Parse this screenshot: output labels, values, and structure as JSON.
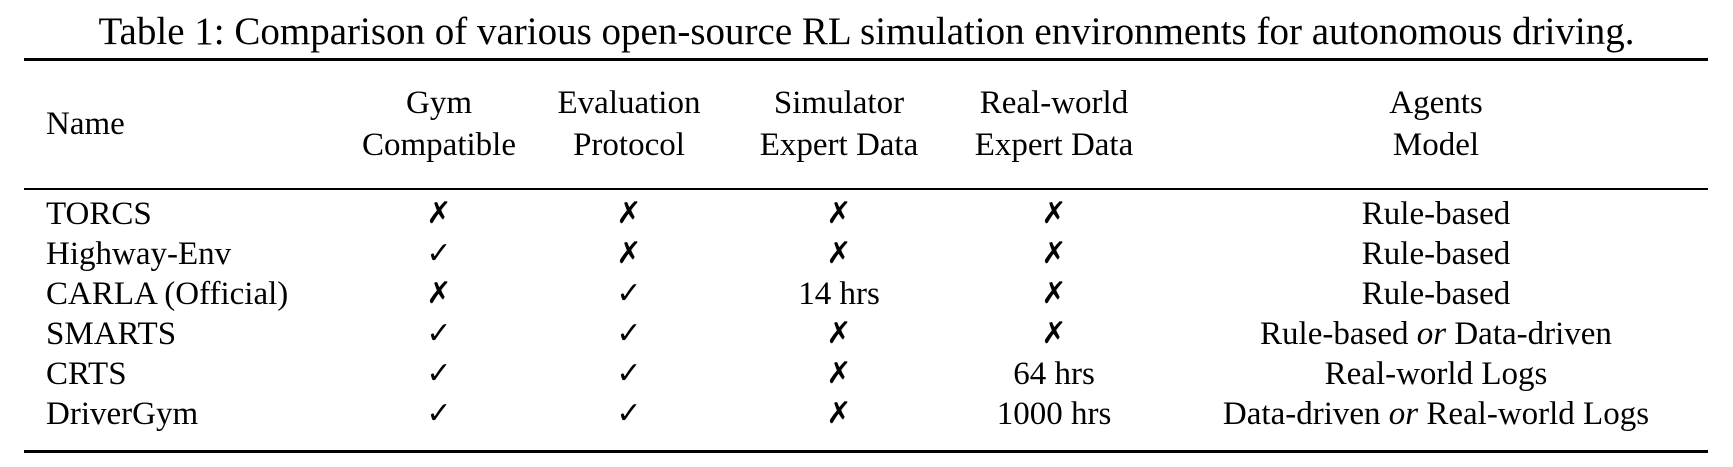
{
  "caption": "Table 1: Comparison of various open-source RL simulation environments for autonomous driving.",
  "headers": {
    "name": "Name",
    "gym": [
      "Gym",
      "Compatible"
    ],
    "eval": [
      "Evaluation",
      "Protocol"
    ],
    "sim": [
      "Simulator",
      "Expert Data"
    ],
    "real": [
      "Real-world",
      "Expert Data"
    ],
    "agents": [
      "Agents",
      "Model"
    ]
  },
  "symbols": {
    "cross": "✗",
    "check": "✓"
  },
  "rows": [
    {
      "name": "TORCS",
      "gym": "✗",
      "eval": "✗",
      "sim": "✗",
      "real": "✗",
      "agents": {
        "pre": "Rule-based",
        "or": "",
        "post": ""
      }
    },
    {
      "name": "Highway-Env",
      "gym": "✓",
      "eval": "✗",
      "sim": "✗",
      "real": "✗",
      "agents": {
        "pre": "Rule-based",
        "or": "",
        "post": ""
      }
    },
    {
      "name": "CARLA (Official)",
      "gym": "✗",
      "eval": "✓",
      "sim": "14 hrs",
      "real": "✗",
      "agents": {
        "pre": "Rule-based",
        "or": "",
        "post": ""
      }
    },
    {
      "name": "SMARTS",
      "gym": "✓",
      "eval": "✓",
      "sim": "✗",
      "real": "✗",
      "agents": {
        "pre": "Rule-based ",
        "or": "or",
        "post": " Data-driven"
      }
    },
    {
      "name": "CRTS",
      "gym": "✓",
      "eval": "✓",
      "sim": "✗",
      "real": "64 hrs",
      "agents": {
        "pre": "Real-world Logs",
        "or": "",
        "post": ""
      }
    },
    {
      "name": "DriverGym",
      "gym": "✓",
      "eval": "✓",
      "sim": "✗",
      "real": "1000 hrs",
      "agents": {
        "pre": "Data-driven ",
        "or": "or",
        "post": " Real-world Logs"
      }
    }
  ]
}
